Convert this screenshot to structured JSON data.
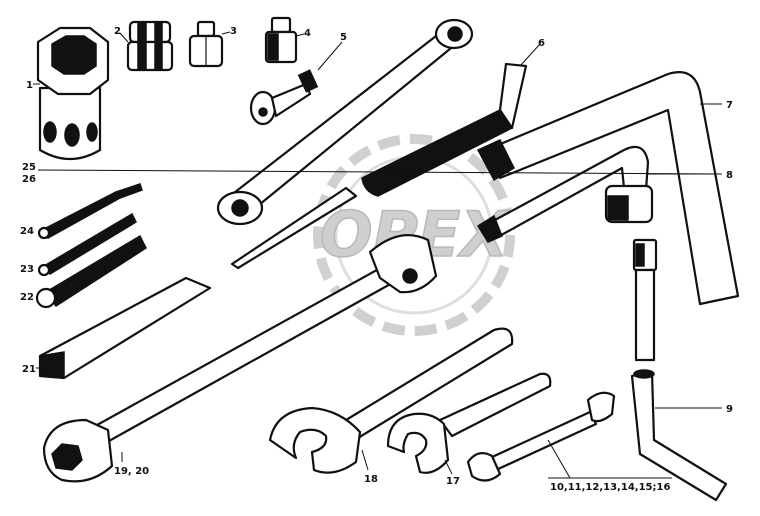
{
  "watermark": {
    "text": "OPEX",
    "color": "#c9c9c9"
  },
  "labels": {
    "p1": "1",
    "p2": "2",
    "p3": "3",
    "p4": "4",
    "p5": "5",
    "p6": "6",
    "p7": "7",
    "p8": "8",
    "p9": "9",
    "p17": "17",
    "p18": "18",
    "p1920": "19, 20",
    "p21": "21",
    "p22": "22",
    "p23": "23",
    "p24": "24",
    "p25": "25",
    "p26": "26",
    "p10_16": "10,11,12,13,14,15;16"
  }
}
